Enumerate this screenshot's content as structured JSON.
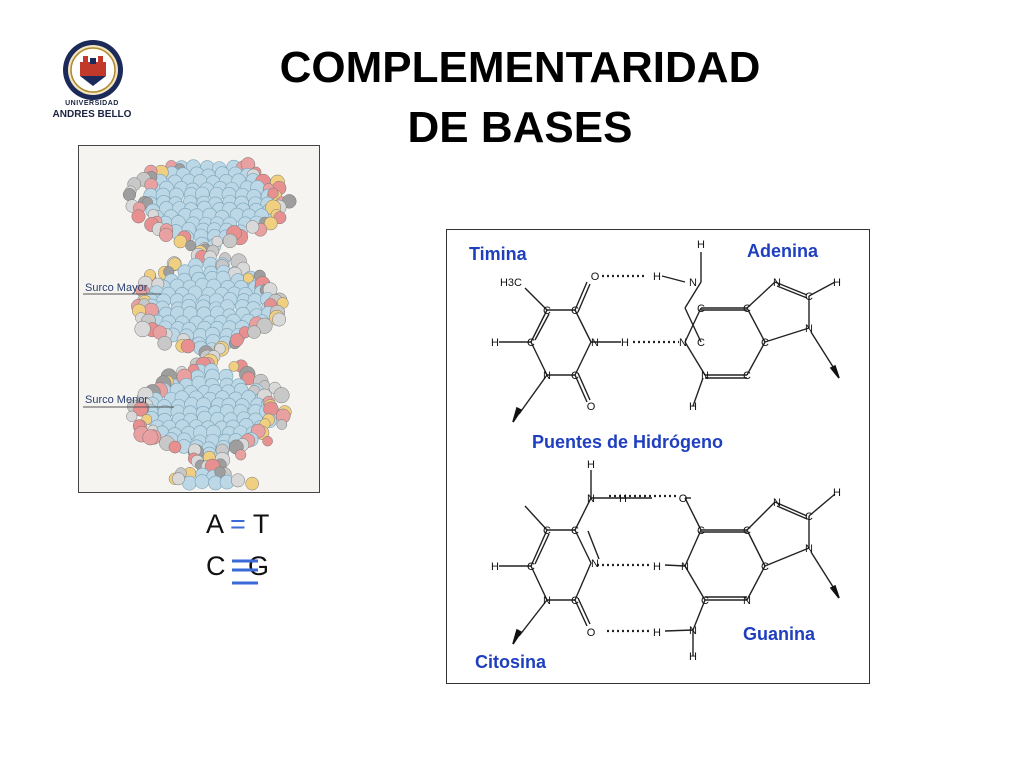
{
  "logo": {
    "line1": "UNIVERSIDAD",
    "line2": "ANDRES BELLO"
  },
  "title": {
    "line1": "COMPLEMENTARIDAD",
    "line2": "DE BASES"
  },
  "dna_figure": {
    "groove_major": "Surco Mayor",
    "groove_minor": "Surco Menor"
  },
  "structure_figure": {
    "timina": "Timina",
    "adenina": "Adenina",
    "puentes": "Puentes de Hidrógeno",
    "citosina": "Citosina",
    "guanina": "Guanina",
    "atoms": {
      "h": "H",
      "c": "C",
      "n": "N",
      "o": "O",
      "h3c": "H3C"
    }
  },
  "pairs": {
    "at_left": "A",
    "at_eq": "=",
    "at_right": "T",
    "cg_left": "C",
    "cg_right": "G"
  },
  "colors": {
    "label_blue": "#1f3fbf",
    "bond_blue": "#3a6ad8"
  }
}
